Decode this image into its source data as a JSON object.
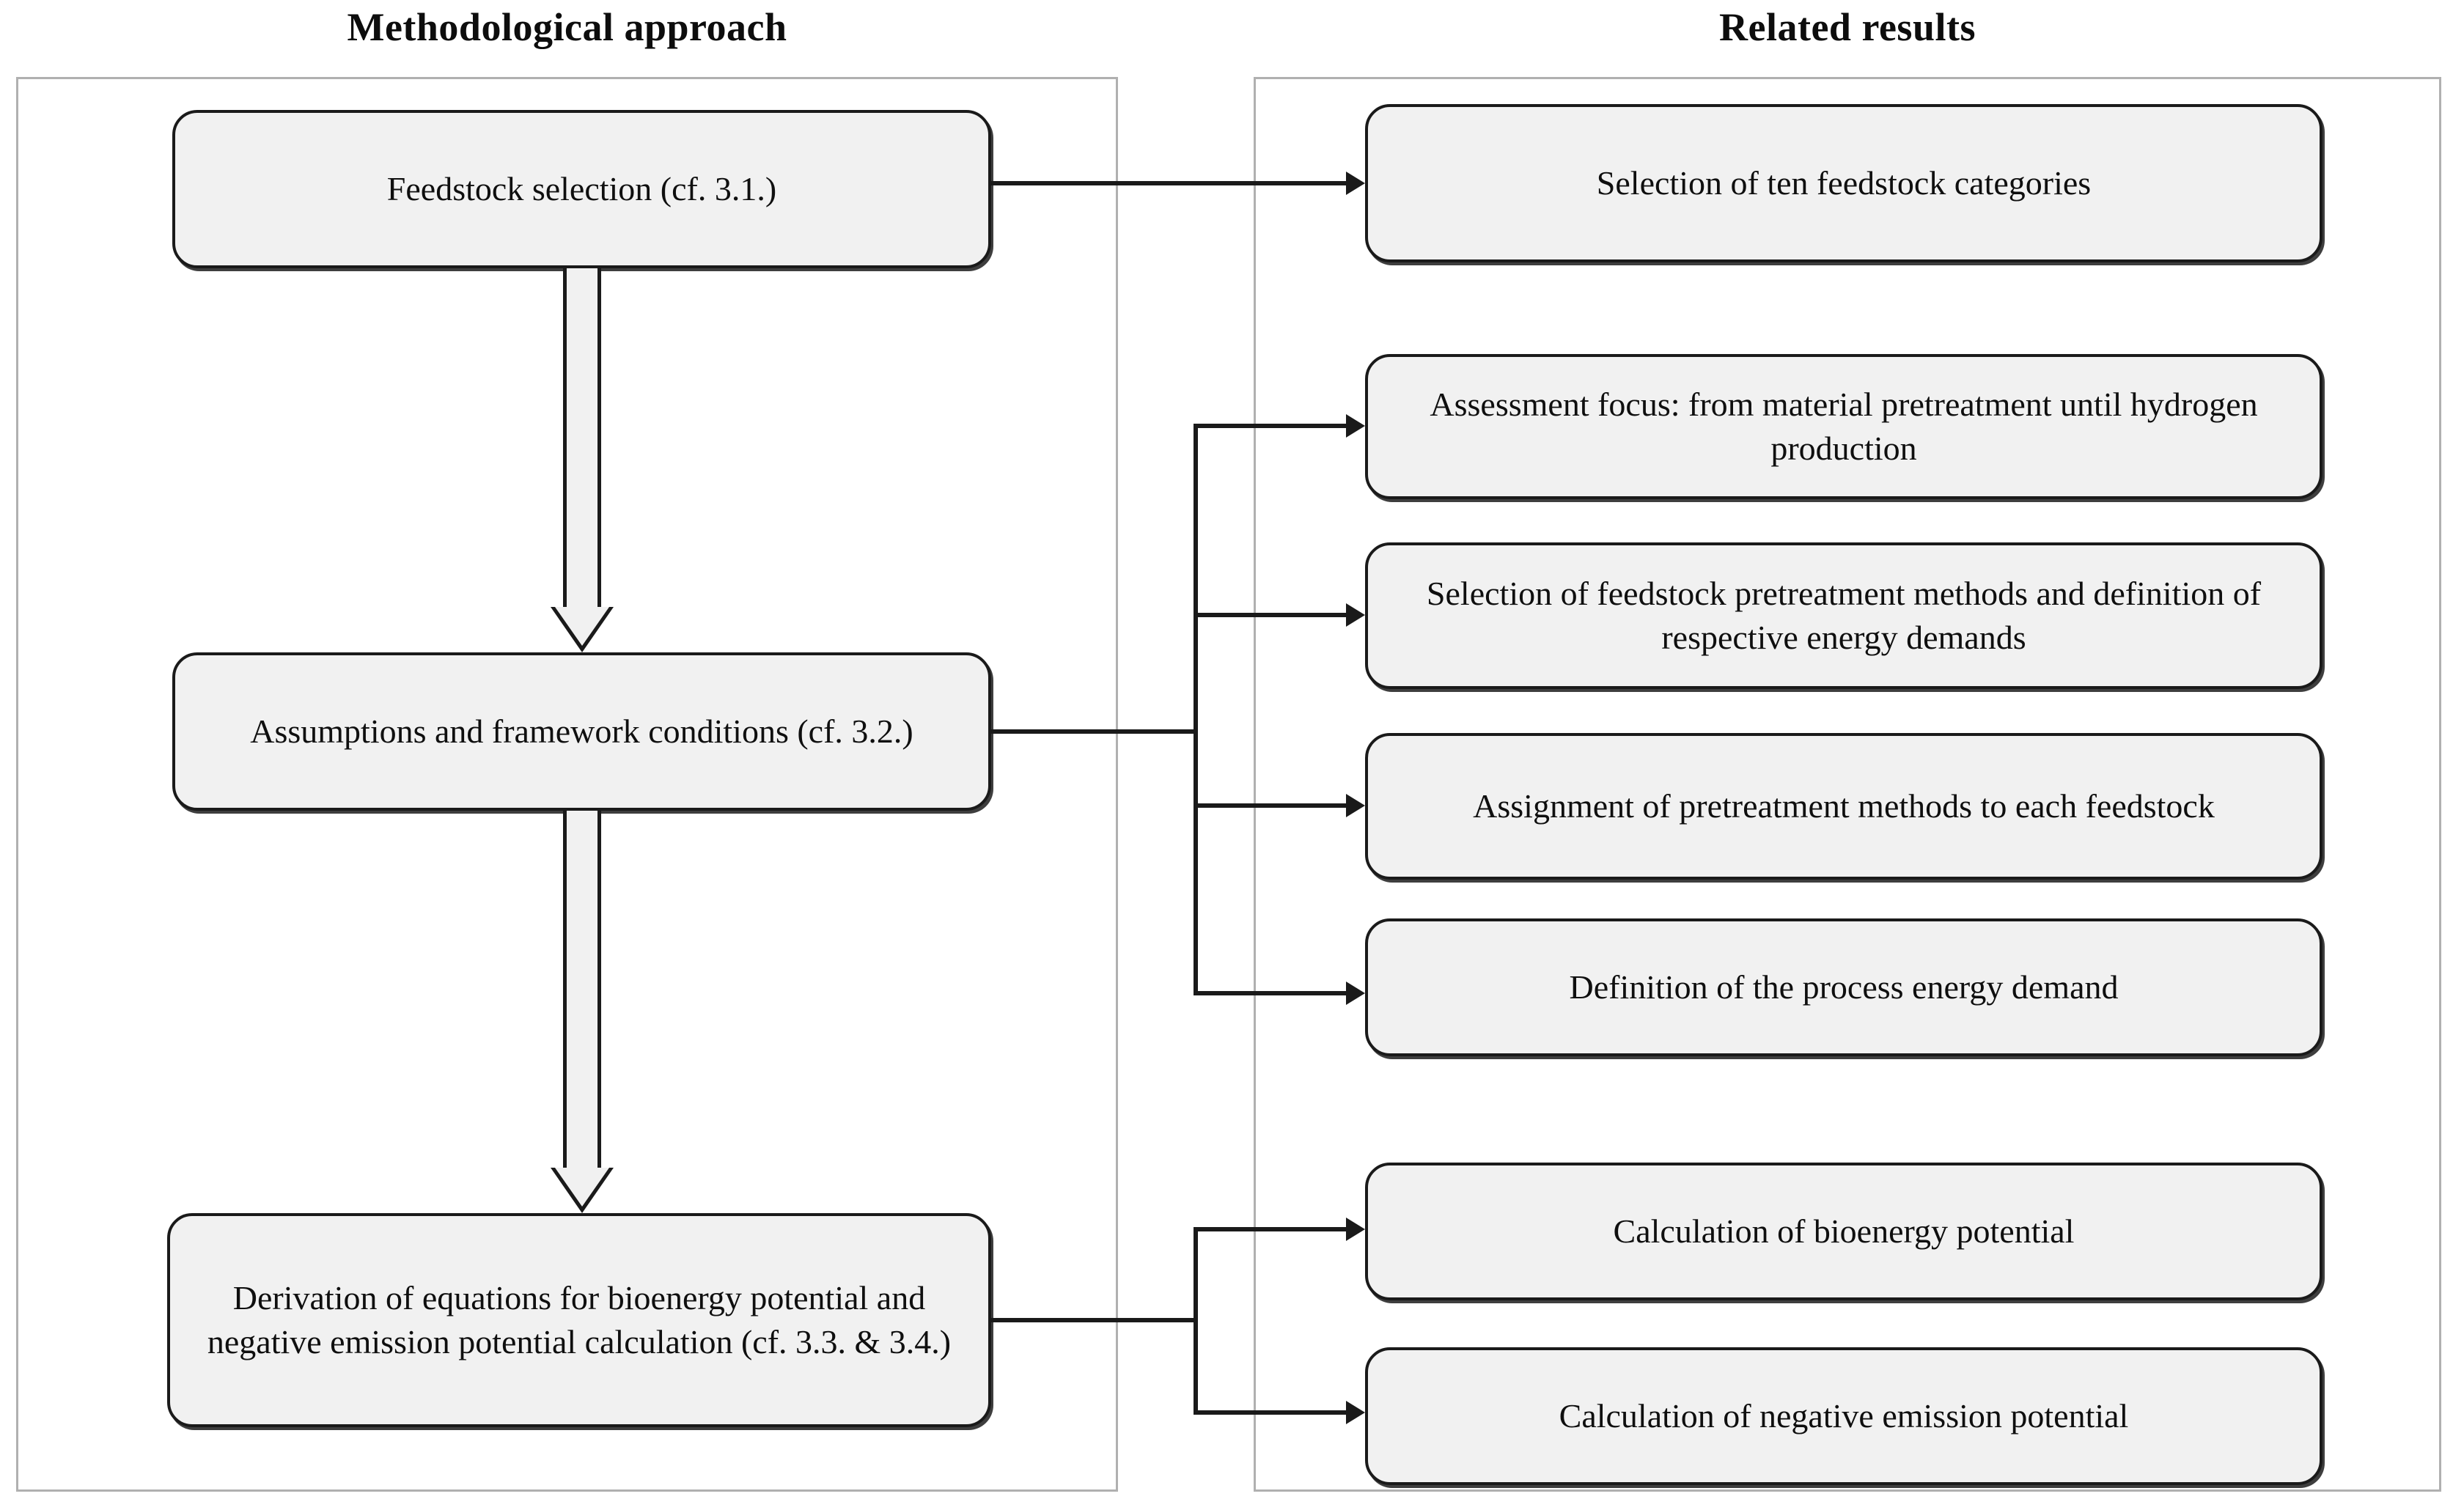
{
  "columns": {
    "left_title": "Methodological approach",
    "right_title": "Related results"
  },
  "methodology_steps": [
    {
      "id": "feedstock",
      "label": "Feedstock selection (cf. 3.1.)"
    },
    {
      "id": "assumptions",
      "label": "Assumptions and framework conditions (cf. 3.2.)"
    },
    {
      "id": "derivation",
      "label": "Derivation of equations for bioenergy potential and negative emission potential calculation (cf. 3.3. & 3.4.)"
    }
  ],
  "results": [
    {
      "id": "r1",
      "label": "Selection of ten feedstock categories"
    },
    {
      "id": "r2",
      "label": "Assessment focus: from material pretreatment until hydrogen production"
    },
    {
      "id": "r3",
      "label": "Selection of feedstock pretreatment methods and definition of respective energy demands"
    },
    {
      "id": "r4",
      "label": "Assignment of pretreatment methods to each feedstock"
    },
    {
      "id": "r5",
      "label": "Definition of the process energy demand"
    },
    {
      "id": "r6",
      "label": "Calculation of bioenergy potential"
    },
    {
      "id": "r7",
      "label": "Calculation of negative emission potential"
    }
  ],
  "colors": {
    "node_fill": "#f1f1f1",
    "node_border": "#1a1a1a",
    "panel_border": "#b0b0b0",
    "connector": "#1a1a1a",
    "text": "#0f0f0f",
    "background": "#ffffff"
  }
}
